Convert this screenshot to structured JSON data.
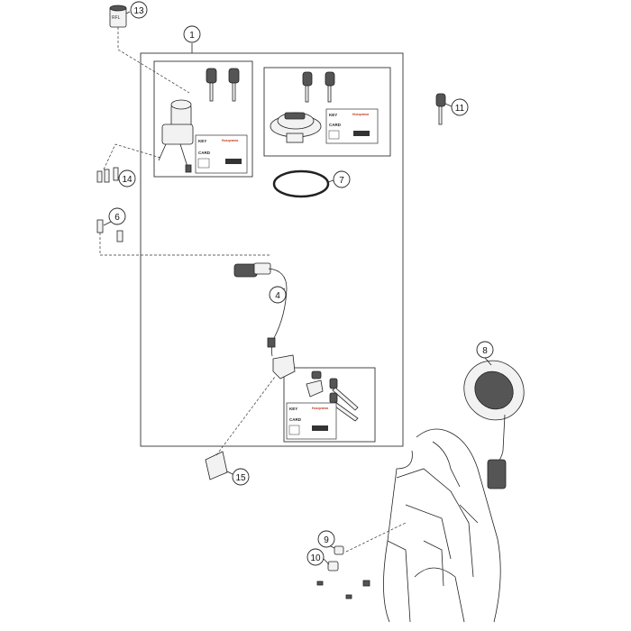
{
  "callouts": [
    {
      "id": "1",
      "label": "1"
    },
    {
      "id": "4",
      "label": "4"
    },
    {
      "id": "6",
      "label": "6"
    },
    {
      "id": "7",
      "label": "7"
    },
    {
      "id": "8",
      "label": "8"
    },
    {
      "id": "9",
      "label": "9"
    },
    {
      "id": "10",
      "label": "10"
    },
    {
      "id": "11",
      "label": "11"
    },
    {
      "id": "13",
      "label": "13"
    },
    {
      "id": "14",
      "label": "14"
    },
    {
      "id": "15",
      "label": "15"
    }
  ],
  "key_cards": [
    {
      "title": "KEY",
      "subtitle": "CARD",
      "brand": "Husqvarna"
    },
    {
      "title": "KEY",
      "subtitle": "CARD",
      "brand": "Husqvarna"
    },
    {
      "title": "KEY",
      "subtitle": "CARD",
      "brand": "Husqvarna"
    }
  ],
  "cap_label": "RFL"
}
